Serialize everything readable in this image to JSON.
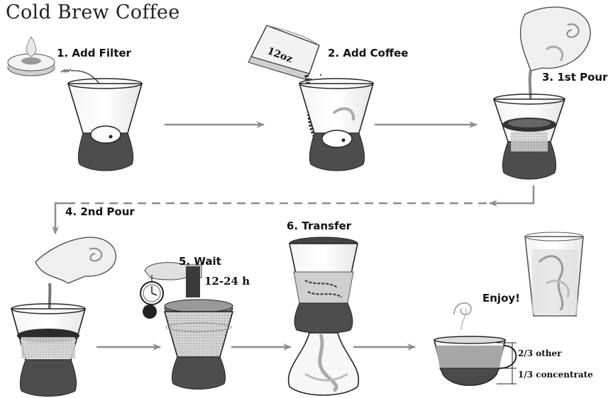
{
  "title": "Cold Brew Coffee",
  "steps": [
    {
      "label": "1.  Add Filter"
    },
    {
      "label": "2.  Add Coffee"
    },
    {
      "label": "3.  1st Pour"
    },
    {
      "label": "4.  2nd Pour"
    },
    {
      "label": "5.  Wait"
    },
    {
      "label": "6.  Transfer"
    }
  ],
  "bag_label": "12oz",
  "wait_time": "12-24 h",
  "enjoy": "Enjoy!",
  "mix": {
    "other": "2/3 other",
    "concentrate": "1/3 concentrate"
  },
  "colors": {
    "arrow": "#8c8c8c",
    "base": "#4d4d4d",
    "grounds": "#222222",
    "coffee": "#9a9a9a"
  }
}
